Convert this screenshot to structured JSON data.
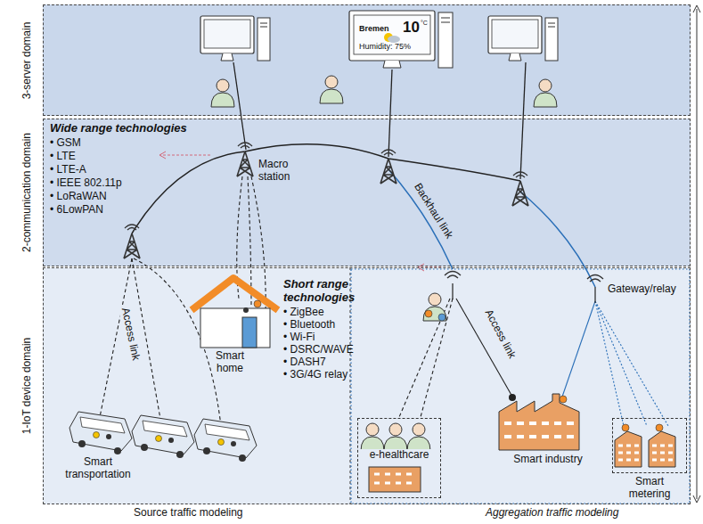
{
  "diagram": {
    "nodes": [
      {
        "text": [
          "3-server domain"
        ]
      },
      {
        "text": [
          "2-communication domain"
        ]
      },
      {
        "text": [
          "1-IoT device domain"
        ]
      },
      {
        "text": [
          "e-healthcare"
        ],
        "in": 2
      },
      {
        "text": [
          "Smart metering"
        ],
        "in": 2
      }
    ],
    "labels": [
      "Bremen",
      "10",
      "°C",
      "Humidity: 75%",
      "Wide range technologies",
      "• GSM",
      "• LTE",
      "• LTE-A",
      "• IEEE 802.11p",
      "• LoRaWAN",
      "• 6LowPAN",
      "Macro station",
      "Backhaul link",
      "Access link",
      "Short range technologies",
      "• ZigBee",
      "• Bluetooth",
      "• Wi-Fi",
      "• DSRC/WAVE",
      "• DASH7",
      "• 3G/4G relay",
      "Smart home",
      "Access link",
      "Gateway/relay",
      "Smart transportation",
      "Smart industry",
      "Source traffic modeling",
      "Aggregation traffic modeling"
    ]
  }
}
